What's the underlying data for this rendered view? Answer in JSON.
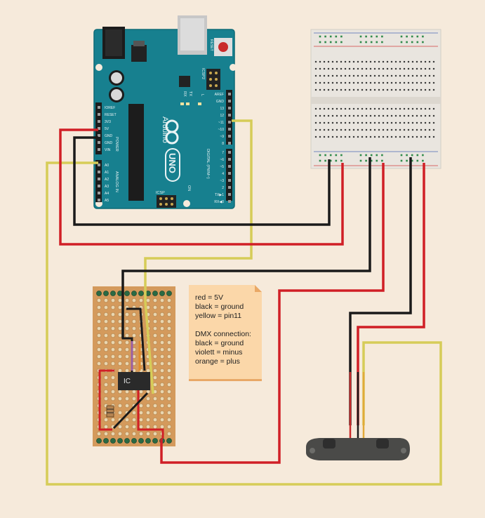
{
  "arduino": {
    "brand": "Arduino",
    "model": "UNO",
    "reset_label": "RESET",
    "icsp2_label": "ICSP2",
    "icsp_label": "ICSP",
    "tx_label": "TX",
    "rx_label": "RX",
    "l_label": "L",
    "on_label": "ON",
    "power_label": "POWER",
    "analog_label": "ANALOG IN",
    "digital_label": "DIGITAL (PWM~)",
    "power_pins": [
      "IOREF",
      "RESET",
      "3V3",
      "5V",
      "GND",
      "GND",
      "VIN"
    ],
    "analog_pins": [
      "A0",
      "A1",
      "A2",
      "A3",
      "A4",
      "A5"
    ],
    "digital_top_pins": [
      "AREF",
      "GND",
      "13",
      "12",
      "~11",
      "~10",
      "~9",
      "8"
    ],
    "digital_bottom_pins": [
      "7",
      "~6",
      "~5",
      "4",
      "~3",
      "2",
      "TX▶1",
      "RX◀0"
    ]
  },
  "chip": {
    "label": "IC"
  },
  "note": {
    "lines": [
      "red = 5V",
      "black = ground",
      "yellow = pin11"
    ],
    "lines2": [
      "DMX connection:",
      "black = ground",
      "violett = minus",
      "orange = plus"
    ]
  },
  "colors": {
    "background": "#f6eadb",
    "arduino_board": "#17808f",
    "breadboard": "#e9e5df",
    "perfboard": "#d49a5c",
    "wire_red": "#d01f26",
    "wire_black": "#1a1a1a",
    "wire_yellow": "#d6cc58",
    "wire_violet": "#9a5fa4",
    "wire_orange": "#e08a2c",
    "note": "#fbd7a9"
  }
}
